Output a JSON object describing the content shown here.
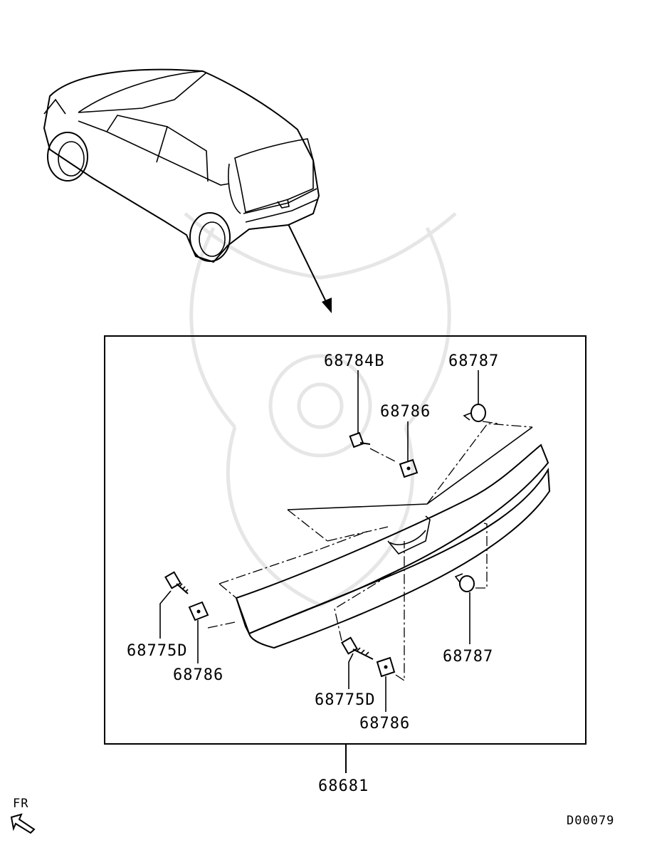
{
  "parts": {
    "p68784B": "68784B",
    "p68787_top": "68787",
    "p68786_top": "68786",
    "p68775D_left": "68775D",
    "p68786_left": "68786",
    "p68775D_mid": "68775D",
    "p68786_mid": "68786",
    "p68787_right": "68787",
    "p68681": "68681"
  },
  "direction_label": "FR",
  "diagram_code": "D00079"
}
